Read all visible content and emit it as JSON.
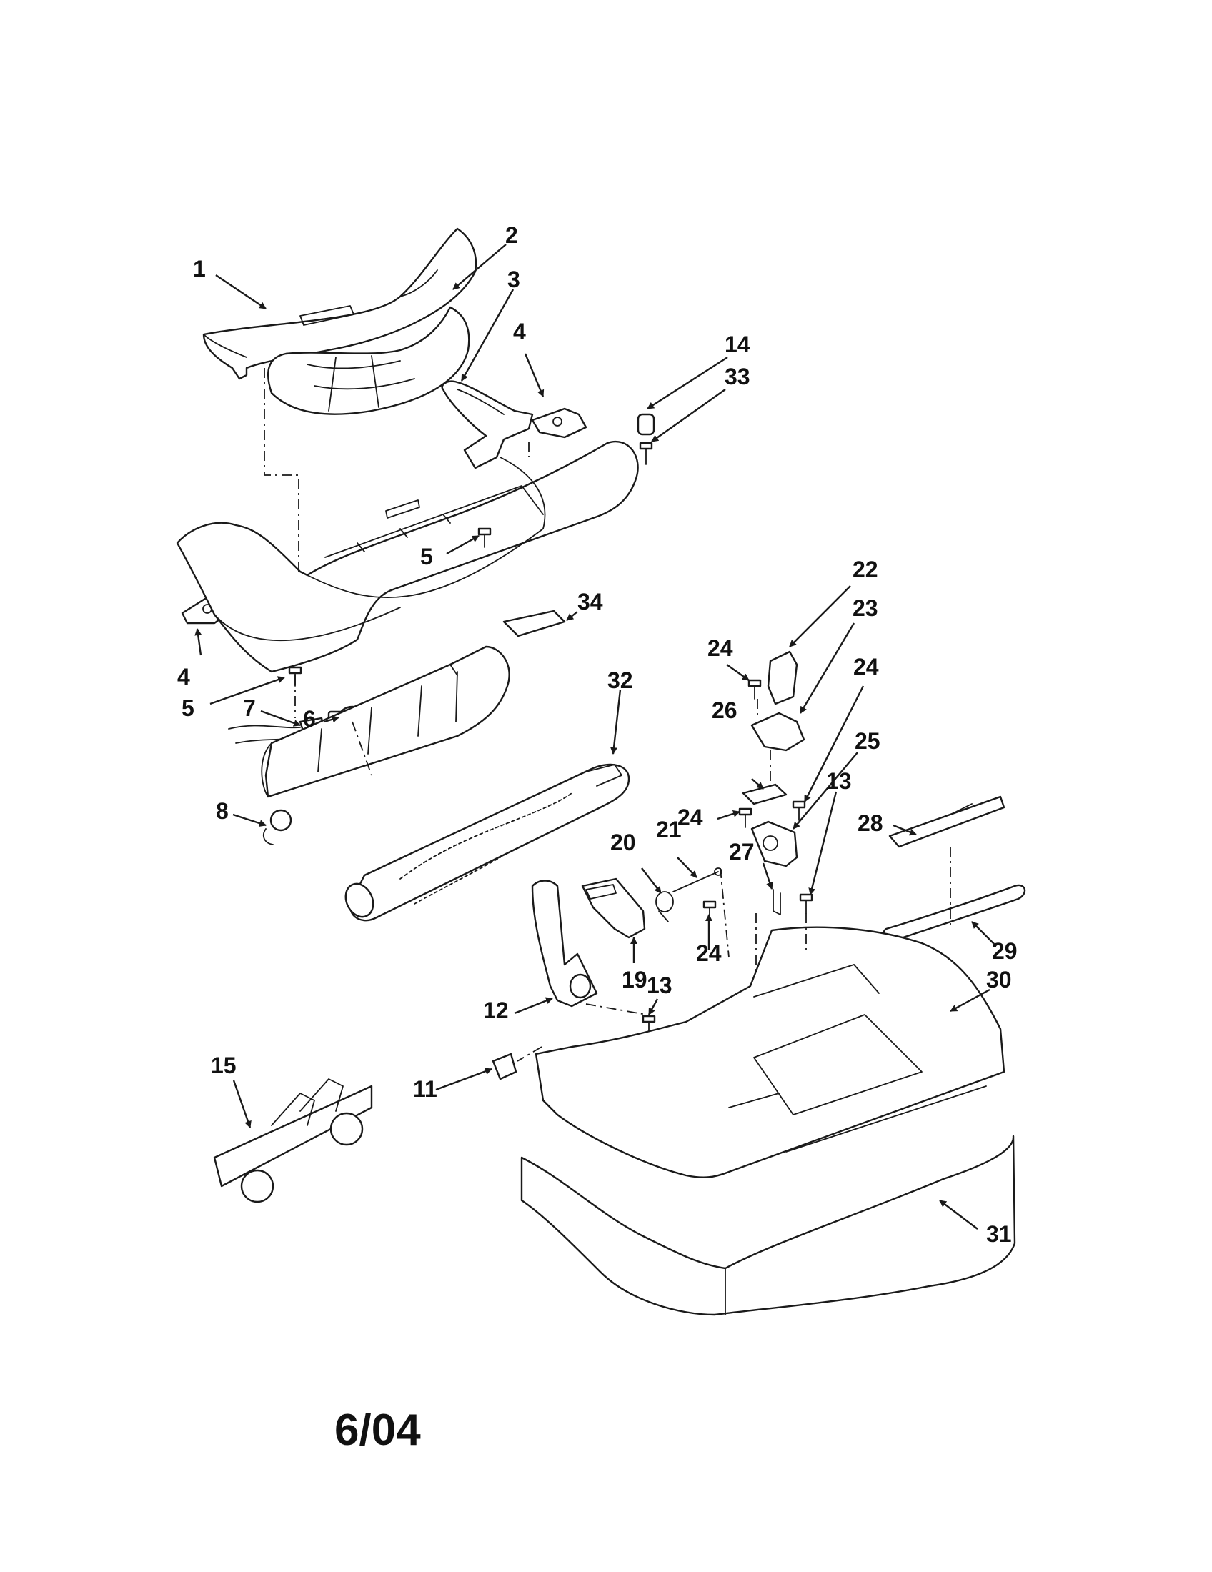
{
  "diagram": {
    "date_label": "6/04",
    "callouts": [
      {
        "id": "c1",
        "label": "1"
      },
      {
        "id": "c2",
        "label": "2"
      },
      {
        "id": "c3",
        "label": "3"
      },
      {
        "id": "c4a",
        "label": "4"
      },
      {
        "id": "c4b",
        "label": "4"
      },
      {
        "id": "c5a",
        "label": "5"
      },
      {
        "id": "c5b",
        "label": "5"
      },
      {
        "id": "c6",
        "label": "6"
      },
      {
        "id": "c7",
        "label": "7"
      },
      {
        "id": "c8",
        "label": "8"
      },
      {
        "id": "c11",
        "label": "11"
      },
      {
        "id": "c12",
        "label": "12"
      },
      {
        "id": "c13a",
        "label": "13"
      },
      {
        "id": "c13b",
        "label": "13"
      },
      {
        "id": "c14",
        "label": "14"
      },
      {
        "id": "c15",
        "label": "15"
      },
      {
        "id": "c19",
        "label": "19"
      },
      {
        "id": "c20",
        "label": "20"
      },
      {
        "id": "c21",
        "label": "21"
      },
      {
        "id": "c22",
        "label": "22"
      },
      {
        "id": "c23",
        "label": "23"
      },
      {
        "id": "c24a",
        "label": "24"
      },
      {
        "id": "c24b",
        "label": "24"
      },
      {
        "id": "c24c",
        "label": "24"
      },
      {
        "id": "c24d",
        "label": "24"
      },
      {
        "id": "c25",
        "label": "25"
      },
      {
        "id": "c26",
        "label": "26"
      },
      {
        "id": "c27",
        "label": "27"
      },
      {
        "id": "c28",
        "label": "28"
      },
      {
        "id": "c29",
        "label": "29"
      },
      {
        "id": "c30",
        "label": "30"
      },
      {
        "id": "c31",
        "label": "31"
      },
      {
        "id": "c32",
        "label": "32"
      },
      {
        "id": "c33",
        "label": "33"
      },
      {
        "id": "c34",
        "label": "34"
      }
    ]
  }
}
